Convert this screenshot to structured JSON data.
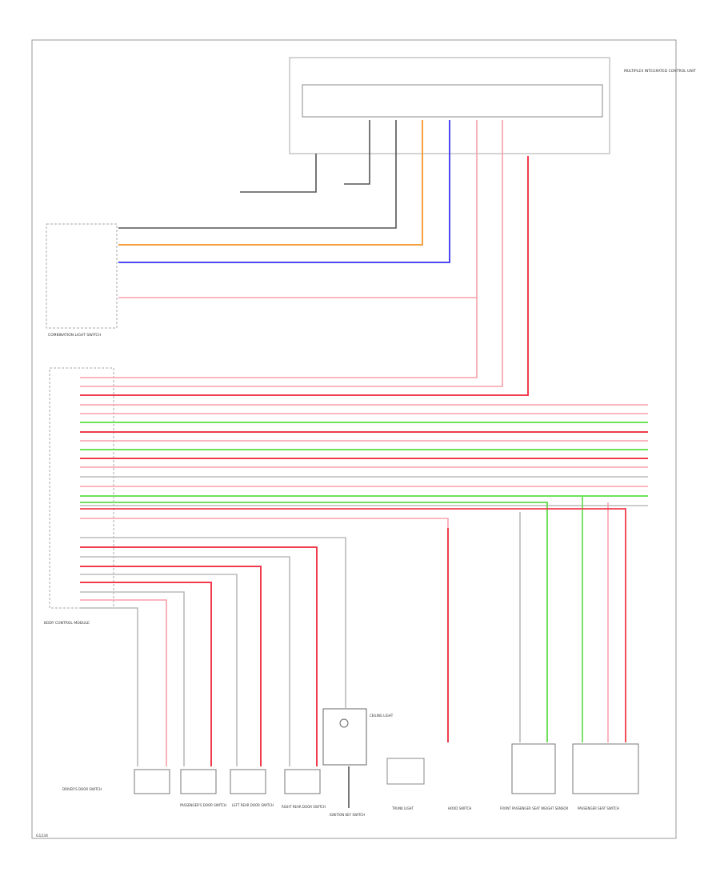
{
  "colors": {
    "black": "#555555",
    "orange": "#f5a040",
    "blue": "#4a4af0",
    "pink": "#f6a0a8",
    "red": "#f03c4c",
    "green": "#6ee05a",
    "gray": "#bbbbbb",
    "frame": "#999999"
  },
  "labels": {
    "junction": "MULTIPLEX INTEGRATED CONTROL UNIT",
    "combination_switch": "COMBINATION LIGHT SWITCH",
    "body_control_module": "BODY CONTROL MODULE",
    "door_switch_1": "DRIVER'S DOOR SWITCH",
    "door_switch_2": "PASSENGER'S DOOR SWITCH",
    "door_switch_3": "LEFT REAR DOOR SWITCH",
    "door_switch_4": "RIGHT REAR DOOR SWITCH",
    "lamp": "CEILING LIGHT",
    "key_switch": "IGNITION KEY SWITCH",
    "trunk_light": "TRUNK LIGHT",
    "hood_switch": "HOOD SWITCH",
    "seat_switch_1": "FRONT PASSENGER SEAT WEIGHT SENSOR",
    "seat_switch_2": "PASSENGER SEAT SWITCH",
    "footer": "G1234"
  }
}
